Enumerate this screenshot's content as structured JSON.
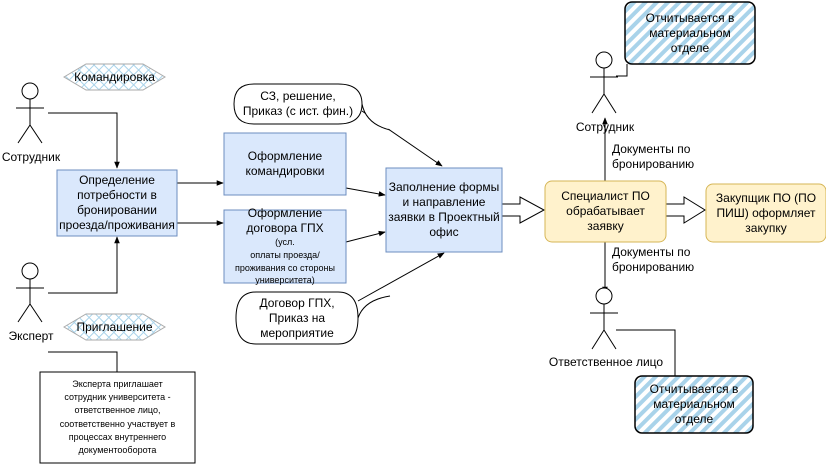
{
  "actors": {
    "employee_left": "Сотрудник",
    "expert": "Эксперт",
    "employee_right": "Сотрудник",
    "responsible": "Ответственное лицо"
  },
  "tags": {
    "business_trip": "Командировка",
    "invitation": "Приглашение"
  },
  "steps": {
    "determine_need": "Определение\nпотребности в\nбронировании\nпроезда/проживания",
    "trip_paperwork": "Оформление\nкомандировки",
    "gph_contract_title": "Оформление\nдоговора ГПХ",
    "gph_contract_note": "(усл.\nоплаты проезда/\nпроживания со стороны\nуниверситета)",
    "fill_form": "Заполнение формы\nи направление\nзаявки в Проектный\nофис",
    "specialist": "Специалист ПО\nобрабатывает\nзаявку",
    "purchaser": "Закупщик ПО (ПО\nПИШ) оформляет\nзакупку"
  },
  "documents": {
    "trip_docs": "СЗ, решение,\nПриказ (с ист. фин.)",
    "gph_docs": "Договор ГПХ,\nПриказ на\nмероприятие"
  },
  "notes": {
    "expert_note": "Эксперта приглашает\nсотрудник университета -\nответственное лицо,\nсоответственно участвует в\nпроцессах внутреннего\nдокументооборота",
    "reports_top": "Отчитывается в\nматериальном\nотделе",
    "reports_bottom": "Отчитывается в\nматериальном\nотделе"
  },
  "edge_labels": {
    "docs_to_employee": "Документы по\nбронированию",
    "docs_to_responsible": "Документы по\nбронированию"
  },
  "colors": {
    "blue_fill": "#dae8fc",
    "blue_stroke": "#6c8ebf",
    "yellow_fill": "#fff2cc",
    "yellow_stroke": "#d6b656",
    "hatch": "#a9d3ea"
  }
}
